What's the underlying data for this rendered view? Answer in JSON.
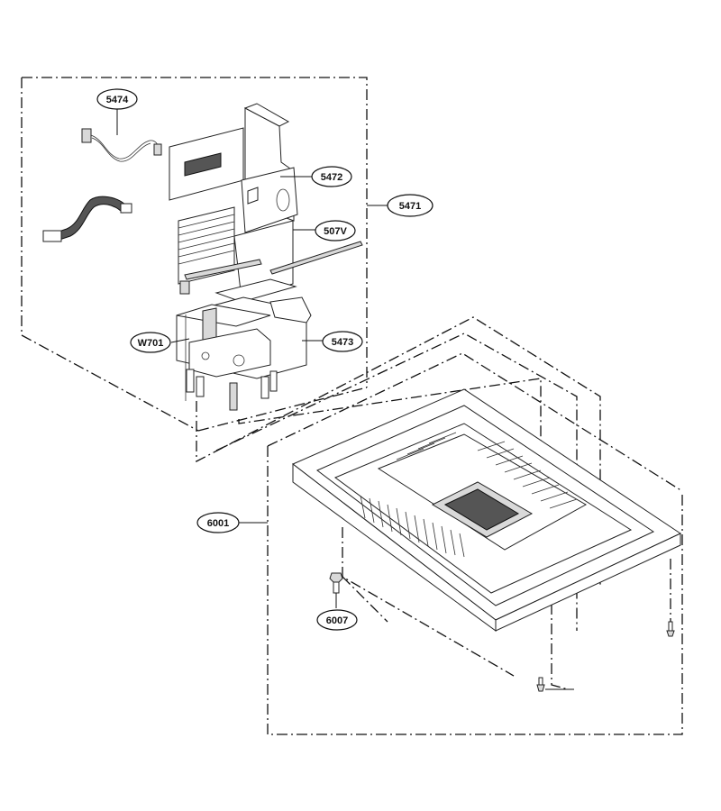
{
  "callouts": {
    "c5474": "5474",
    "c5472": "5472",
    "c5471": "5471",
    "c507v": "507V",
    "cw701": "W701",
    "c5473": "5473",
    "c6001": "6001",
    "c6007": "6007"
  }
}
